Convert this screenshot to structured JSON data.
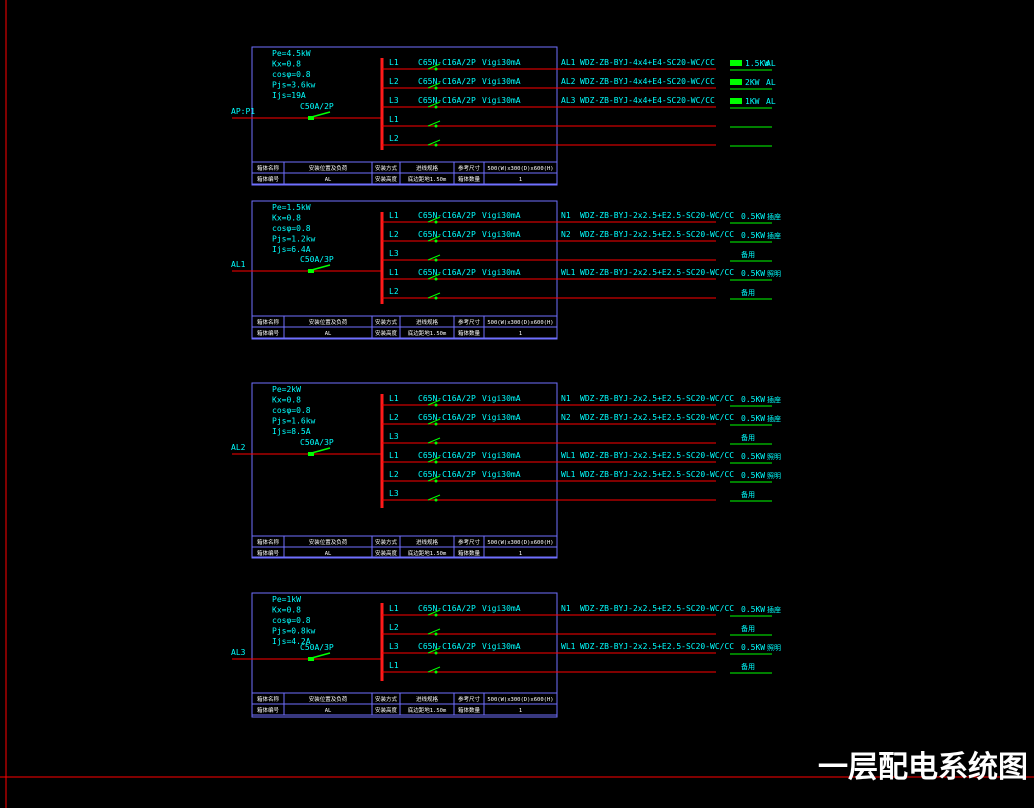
{
  "title": "一层配电系统图",
  "colors": {
    "background": "#000000",
    "frame_red": "#ff0000",
    "panel_blue": "#6f6fff",
    "text_cyan": "#00ffff",
    "text_white": "#ffffff",
    "green": "#00ff00",
    "busbar_red": "#ff1a1a"
  },
  "panels": [
    {
      "id": "AP",
      "feeder": "AP:P1",
      "main_breaker": "C50A/2P",
      "params": [
        "Pe=4.5kW",
        "Kx=0.8",
        "cosφ=0.8",
        "Pjs=3.6kw",
        "Ijs=19A"
      ],
      "footer_row1": [
        "箱体名称",
        "安装位置及负荷",
        "安装方式",
        "进线规格",
        "参考尺寸",
        "500(W)x300(D)x600(H)"
      ],
      "footer_row2": [
        "箱体编号",
        "AL",
        "安装高度",
        "底边距地1.50m",
        "箱体数量",
        "1"
      ],
      "circuits": [
        {
          "phase": "L1",
          "breaker": "C65N-C16A/2P",
          "rcd": "Vigi30mA",
          "id": "AL1",
          "cable": "WDZ-ZB-BYJ-4x4+E4-SC20-WC/CC",
          "load": "1.5KW",
          "label": "AL"
        },
        {
          "phase": "L2",
          "breaker": "C65N-C16A/2P",
          "rcd": "Vigi30mA",
          "id": "AL2",
          "cable": "WDZ-ZB-BYJ-4x4+E4-SC20-WC/CC",
          "load": "2KW",
          "label": "AL"
        },
        {
          "phase": "L3",
          "breaker": "C65N-C16A/2P",
          "rcd": "Vigi30mA",
          "id": "AL3",
          "cable": "WDZ-ZB-BYJ-4x4+E4-SC20-WC/CC",
          "load": "1KW",
          "label": "AL"
        },
        {
          "phase": "L1",
          "breaker": "",
          "rcd": "",
          "id": "",
          "cable": "",
          "load": "",
          "label": ""
        },
        {
          "phase": "L2",
          "breaker": "",
          "rcd": "",
          "id": "",
          "cable": "",
          "load": "",
          "label": ""
        }
      ]
    },
    {
      "id": "AL1",
      "feeder": "AL1",
      "main_breaker": "C50A/3P",
      "params": [
        "Pe=1.5kW",
        "Kx=0.8",
        "cosφ=0.8",
        "Pjs=1.2kw",
        "Ijs=6.4A"
      ],
      "footer_row1": [
        "箱体名称",
        "安装位置及负荷",
        "安装方式",
        "进线规格",
        "参考尺寸",
        "500(W)x300(D)x600(H)"
      ],
      "footer_row2": [
        "箱体编号",
        "AL",
        "安装高度",
        "底边距地1.50m",
        "箱体数量",
        "1"
      ],
      "circuits": [
        {
          "phase": "L1",
          "breaker": "C65N-C16A/2P",
          "rcd": "Vigi30mA",
          "id": "N1",
          "cable": "WDZ-ZB-BYJ-2x2.5+E2.5-SC20-WC/CC",
          "load": "0.5KW",
          "label": "插座"
        },
        {
          "phase": "L2",
          "breaker": "C65N-C16A/2P",
          "rcd": "Vigi30mA",
          "id": "N2",
          "cable": "WDZ-ZB-BYJ-2x2.5+E2.5-SC20-WC/CC",
          "load": "0.5KW",
          "label": "插座"
        },
        {
          "phase": "L3",
          "breaker": "",
          "rcd": "",
          "id": "",
          "cable": "",
          "load": "",
          "label": "备用"
        },
        {
          "phase": "L1",
          "breaker": "C65N-C16A/2P",
          "rcd": "Vigi30mA",
          "id": "WL1",
          "cable": "WDZ-ZB-BYJ-2x2.5+E2.5-SC20-WC/CC",
          "load": "0.5KW",
          "label": "照明"
        },
        {
          "phase": "L2",
          "breaker": "",
          "rcd": "",
          "id": "",
          "cable": "",
          "load": "",
          "label": "备用"
        }
      ]
    },
    {
      "id": "AL2",
      "feeder": "AL2",
      "main_breaker": "C50A/3P",
      "params": [
        "Pe=2kW",
        "Kx=0.8",
        "cosφ=0.8",
        "Pjs=1.6kw",
        "Ijs=8.5A"
      ],
      "footer_row1": [
        "箱体名称",
        "安装位置及负荷",
        "安装方式",
        "进线规格",
        "参考尺寸",
        "500(W)x300(D)x600(H)"
      ],
      "footer_row2": [
        "箱体编号",
        "AL",
        "安装高度",
        "底边距地1.50m",
        "箱体数量",
        "1"
      ],
      "circuits": [
        {
          "phase": "L1",
          "breaker": "C65N-C16A/2P",
          "rcd": "Vigi30mA",
          "id": "N1",
          "cable": "WDZ-ZB-BYJ-2x2.5+E2.5-SC20-WC/CC",
          "load": "0.5KW",
          "label": "插座"
        },
        {
          "phase": "L2",
          "breaker": "C65N-C16A/2P",
          "rcd": "Vigi30mA",
          "id": "N2",
          "cable": "WDZ-ZB-BYJ-2x2.5+E2.5-SC20-WC/CC",
          "load": "0.5KW",
          "label": "插座"
        },
        {
          "phase": "L3",
          "breaker": "",
          "rcd": "",
          "id": "",
          "cable": "",
          "load": "",
          "label": "备用"
        },
        {
          "phase": "L1",
          "breaker": "C65N-C16A/2P",
          "rcd": "Vigi30mA",
          "id": "WL1",
          "cable": "WDZ-ZB-BYJ-2x2.5+E2.5-SC20-WC/CC",
          "load": "0.5KW",
          "label": "照明"
        },
        {
          "phase": "L2",
          "breaker": "C65N-C16A/2P",
          "rcd": "Vigi30mA",
          "id": "WL1",
          "cable": "WDZ-ZB-BYJ-2x2.5+E2.5-SC20-WC/CC",
          "load": "0.5KW",
          "label": "照明"
        },
        {
          "phase": "L3",
          "breaker": "",
          "rcd": "",
          "id": "",
          "cable": "",
          "load": "",
          "label": "备用"
        }
      ]
    },
    {
      "id": "AL3",
      "feeder": "AL3",
      "main_breaker": "C50A/3P",
      "params": [
        "Pe=1kW",
        "Kx=0.8",
        "cosφ=0.8",
        "Pjs=0.8kw",
        "Ijs=4.2A"
      ],
      "footer_row1": [
        "箱体名称",
        "安装位置及负荷",
        "安装方式",
        "进线规格",
        "参考尺寸",
        "500(W)x300(D)x600(H)"
      ],
      "footer_row2": [
        "箱体编号",
        "AL",
        "安装高度",
        "底边距地1.50m",
        "箱体数量",
        "1"
      ],
      "circuits": [
        {
          "phase": "L1",
          "breaker": "C65N-C16A/2P",
          "rcd": "Vigi30mA",
          "id": "N1",
          "cable": "WDZ-ZB-BYJ-2x2.5+E2.5-SC20-WC/CC",
          "load": "0.5KW",
          "label": "插座"
        },
        {
          "phase": "L2",
          "breaker": "",
          "rcd": "",
          "id": "",
          "cable": "",
          "load": "",
          "label": "备用"
        },
        {
          "phase": "L3",
          "breaker": "C65N-C16A/2P",
          "rcd": "Vigi30mA",
          "id": "WL1",
          "cable": "WDZ-ZB-BYJ-2x2.5+E2.5-SC20-WC/CC",
          "load": "0.5KW",
          "label": "照明"
        },
        {
          "phase": "L1",
          "breaker": "",
          "rcd": "",
          "id": "",
          "cable": "",
          "load": "",
          "label": "备用"
        }
      ]
    }
  ]
}
